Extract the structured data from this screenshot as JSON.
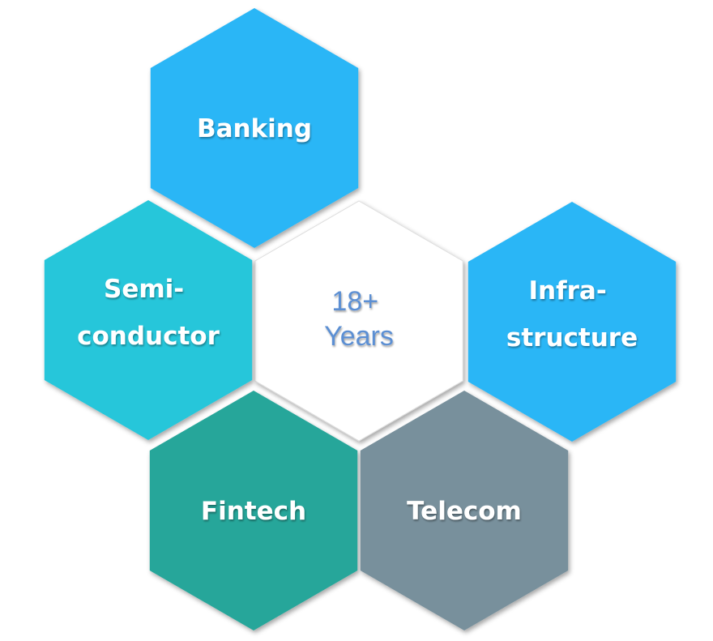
{
  "diagram": {
    "center": {
      "lines": [
        "18+",
        "Years"
      ],
      "fill": "#ffffff",
      "text_color": "#5b8fd3"
    },
    "sectors": [
      {
        "id": "banking",
        "lines": [
          "Banking"
        ],
        "fill": "#29b6f6"
      },
      {
        "id": "semiconductor",
        "lines": [
          "Semi-",
          "conductor"
        ],
        "fill": "#26c6da"
      },
      {
        "id": "infrastructure",
        "lines": [
          "Infra-",
          "structure"
        ],
        "fill": "#29b6f6"
      },
      {
        "id": "fintech",
        "lines": [
          "Fintech"
        ],
        "fill": "#26a69a"
      },
      {
        "id": "telecom",
        "lines": [
          "Telecom"
        ],
        "fill": "#78909c"
      }
    ]
  }
}
